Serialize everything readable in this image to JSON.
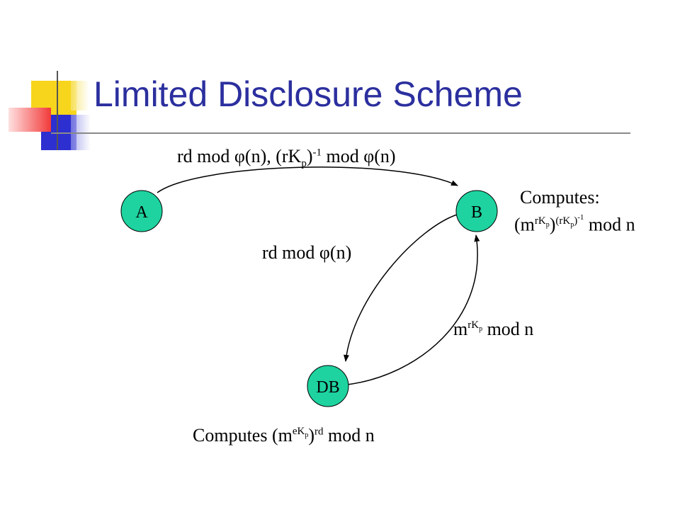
{
  "slide": {
    "title": "Limited Disclosure Scheme"
  },
  "nodes": {
    "a": "A",
    "b": "B",
    "db": "DB"
  },
  "edges": {
    "a_to_b": {
      "p1": "rd mod ",
      "phi1": "φ",
      "p2": "(n), (rK",
      "sub1": "p",
      "p3": ")",
      "sup1": "-1",
      "p4": " mod ",
      "phi2": "φ",
      "p5": "(n)"
    },
    "b_to_db": {
      "p1": "rd mod ",
      "phi": "φ",
      "p2": "(n)"
    },
    "db_to_b": {
      "base": "m",
      "sup": "rK",
      "sup_sub": "p",
      "rest": " mod n"
    }
  },
  "annotations": {
    "b_computes": {
      "line1": "Computes:",
      "open": "(m",
      "sup1": "rK",
      "sup1_sub": "p",
      "close": ")",
      "sup2a": "(rK",
      "sup2_sub": "p",
      "sup2b": ")",
      "sup2_exp": "-1",
      "rest": " mod n"
    },
    "db_computes": {
      "lead": "Computes (m",
      "sup1": "eK",
      "sup1_sub": "p",
      "close": ")",
      "sup2": "rd",
      "rest": " mod n"
    }
  },
  "colors": {
    "title": "#2b2f9e",
    "node_fill": "#1ed3a0",
    "deco_yellow": "#f7d51c",
    "deco_blue": "#2d2fd0",
    "deco_red": "#f23a3a"
  }
}
